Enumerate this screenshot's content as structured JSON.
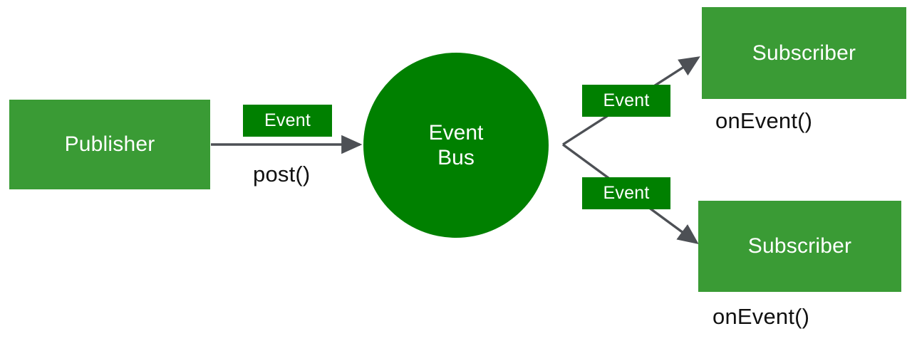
{
  "diagram": {
    "title": "Event Bus publish-subscribe diagram",
    "background_color": "#ffffff",
    "colors": {
      "node_green": "#3A9B35",
      "label_green": "#008000",
      "circle_green": "#008000",
      "arrow_gray": "#4D5055",
      "node_text": "#ffffff",
      "plain_text": "#111111"
    },
    "nodes": {
      "publisher": {
        "label": "Publisher"
      },
      "event_bus": {
        "line1": "Event",
        "line2": "Bus"
      },
      "subscriber_top": {
        "label": "Subscriber"
      },
      "subscriber_bottom": {
        "label": "Subscriber"
      }
    },
    "edge_labels": {
      "post_event": "Event",
      "deliver_event_top": "Event",
      "deliver_event_bottom": "Event"
    },
    "method_labels": {
      "post": "post()",
      "on_event_top": "onEvent()",
      "on_event_bottom": "onEvent()"
    }
  }
}
